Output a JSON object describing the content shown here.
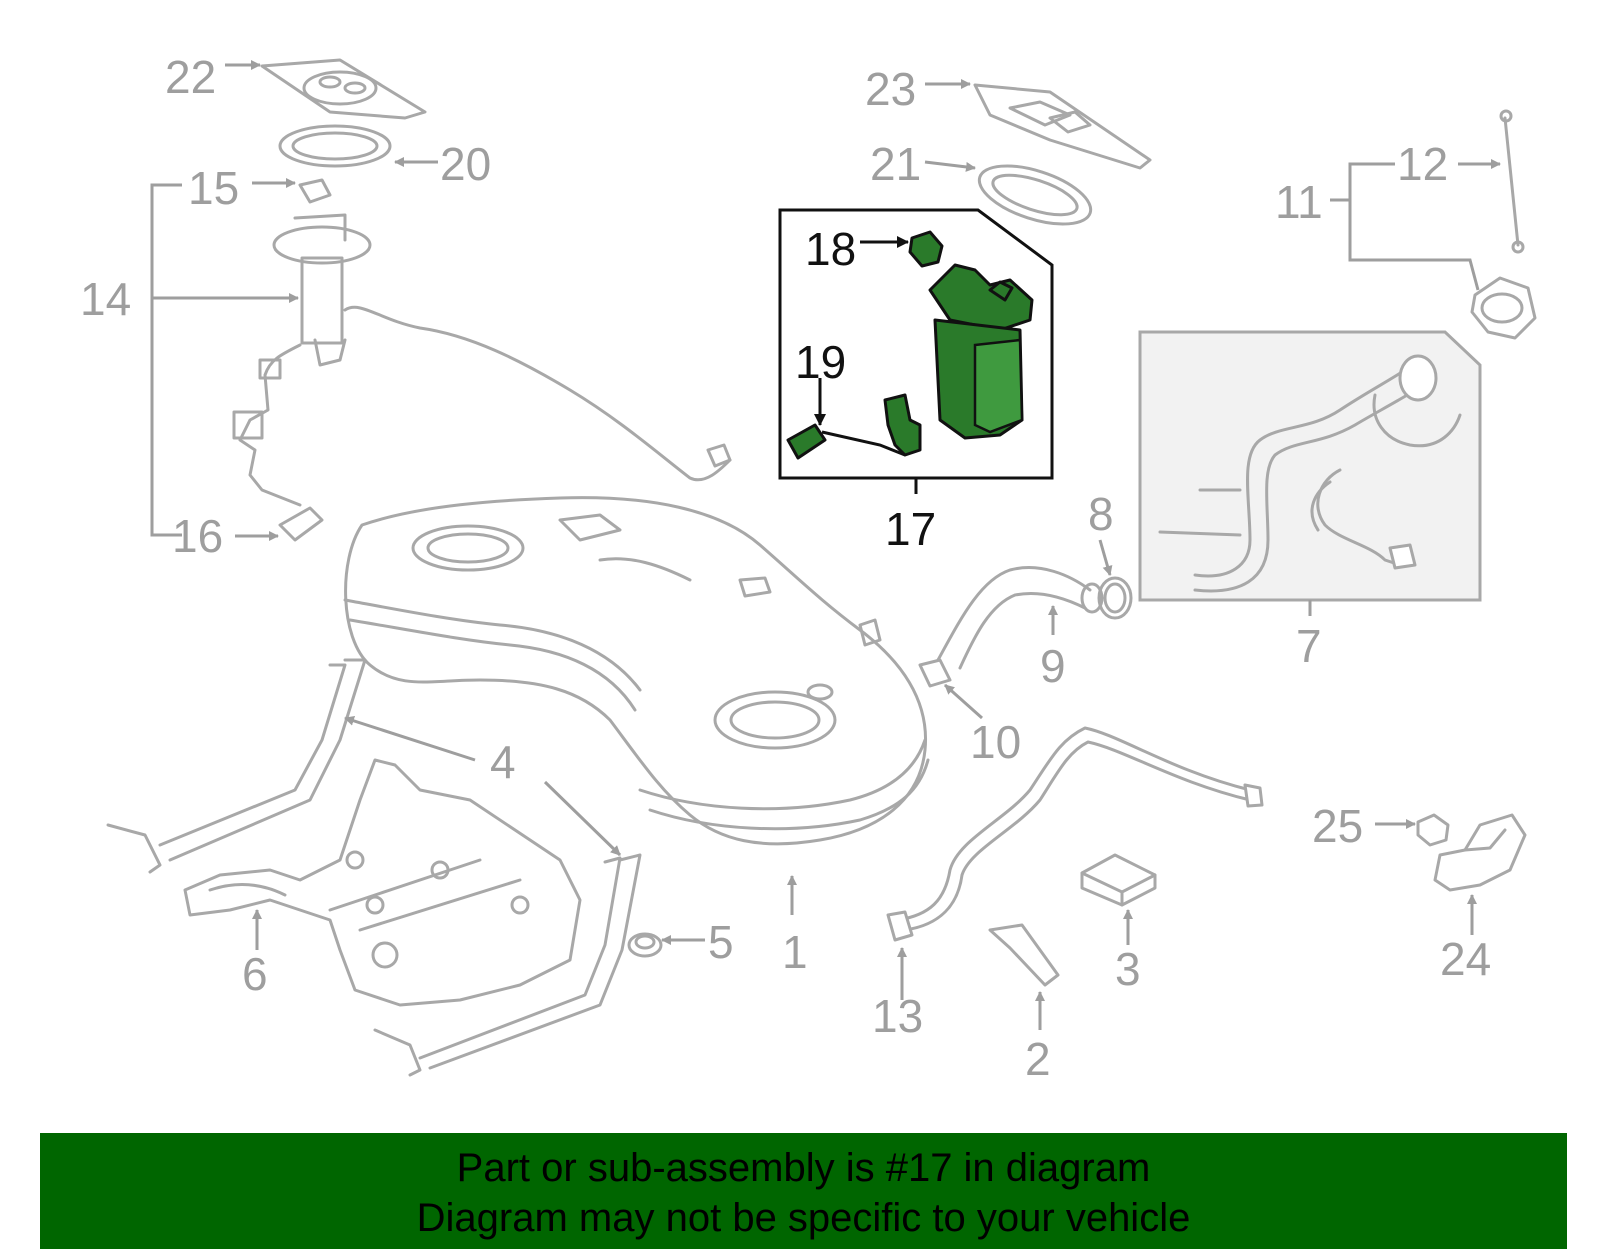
{
  "diagram": {
    "callouts": [
      "1",
      "2",
      "3",
      "4",
      "5",
      "6",
      "7",
      "8",
      "9",
      "10",
      "11",
      "12",
      "13",
      "14",
      "15",
      "16",
      "17",
      "18",
      "19",
      "20",
      "21",
      "22",
      "23",
      "24",
      "25"
    ],
    "highlighted_part": "17",
    "colors": {
      "highlight": "#2a7a2a",
      "part_outline": "#a8a8a8",
      "banner": "#006600",
      "banner_text": "#000000"
    }
  },
  "banner": {
    "line1": "Part or sub-assembly is #17 in diagram",
    "line2": "Diagram may not be specific to your vehicle"
  }
}
